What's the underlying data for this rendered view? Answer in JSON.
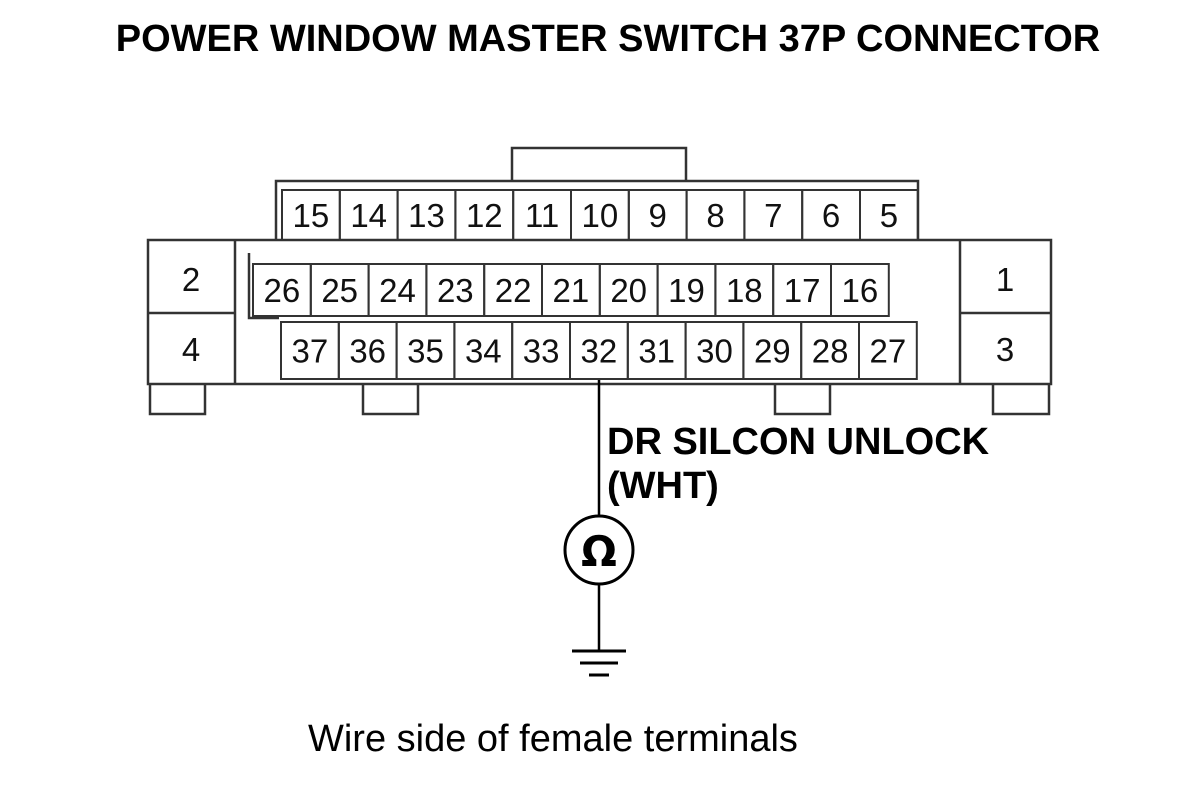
{
  "title": "POWER WINDOW MASTER SWITCH 37P CONNECTOR",
  "connector": {
    "top_row": [
      "15",
      "14",
      "13",
      "12",
      "11",
      "10",
      "9",
      "8",
      "7",
      "6",
      "5"
    ],
    "middle_row": [
      "26",
      "25",
      "24",
      "23",
      "22",
      "21",
      "20",
      "19",
      "18",
      "17",
      "16"
    ],
    "bottom_row": [
      "37",
      "36",
      "35",
      "34",
      "33",
      "32",
      "31",
      "30",
      "29",
      "28",
      "27"
    ],
    "left_pins": [
      "2",
      "4"
    ],
    "right_pins": [
      "1",
      "3"
    ]
  },
  "wire": {
    "terminal": "32",
    "label_line1": "DR SILCON UNLOCK",
    "label_line2": "(WHT)"
  },
  "meter": {
    "symbol": "Ω",
    "icon": "ohmmeter-icon"
  },
  "ground": {
    "icon": "ground-icon"
  },
  "caption": "Wire side of female terminals"
}
